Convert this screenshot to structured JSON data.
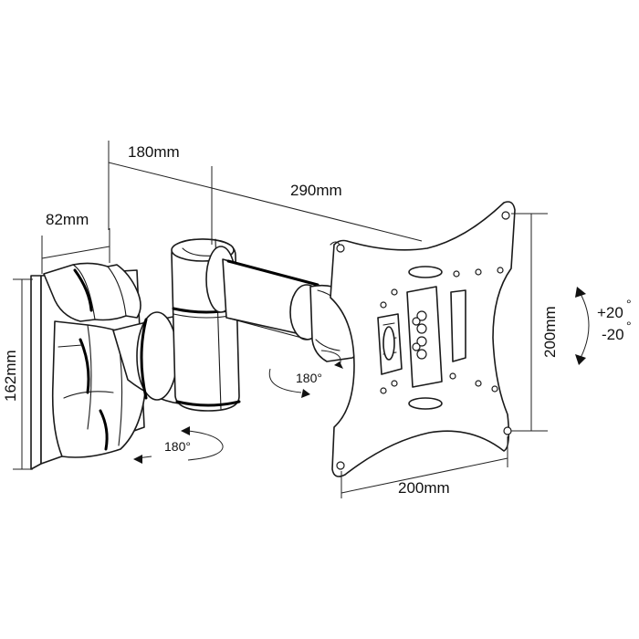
{
  "dimensions": {
    "arm_depth": "180mm",
    "extended_length": "290mm",
    "wall_plate_width": "82mm",
    "wall_plate_height": "162mm",
    "vesa_width": "200mm",
    "vesa_height": "200mm"
  },
  "rotations": {
    "wall_swivel": "180°",
    "head_swivel": "180°",
    "tilt_up": "+20",
    "tilt_down": "-20",
    "degree_symbol": "°"
  }
}
